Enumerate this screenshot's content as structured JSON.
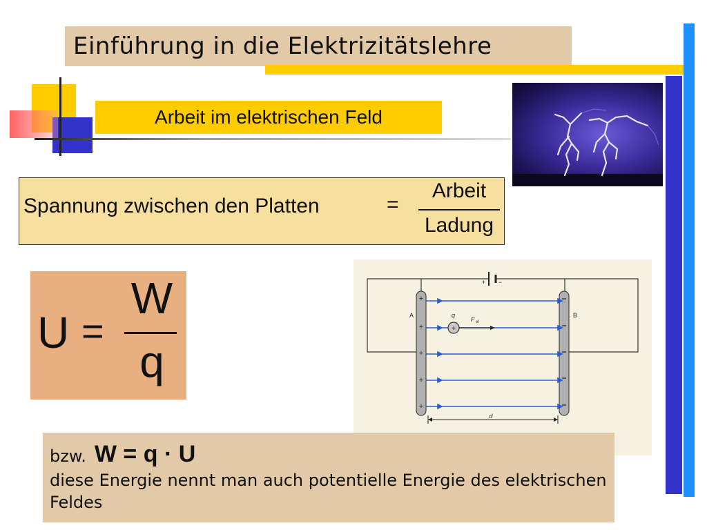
{
  "title": "Einführung in die Elektrizitätslehre",
  "subtitle": "Arbeit im elektrischen Feld",
  "formula_1": {
    "lhs": "Spannung zwischen den Platten",
    "equals": "=",
    "numerator": "Arbeit",
    "denominator": "Ladung"
  },
  "formula_2": {
    "lhs": "U",
    "equals": "=",
    "numerator": "W",
    "denominator": "q"
  },
  "diagram": {
    "plate_a_label": "A",
    "plate_b_label": "B",
    "charge_label": "q",
    "force_label": "F",
    "force_subscript": "el",
    "distance_label": "d",
    "plus_sign": "+",
    "minus_sign": "−",
    "battery_label": "+|−"
  },
  "bottom": {
    "prefix": "bzw.",
    "equation": "W = q · U",
    "text": "diese Energie nennt man auch potentielle Energie des elektrischen Feldes"
  },
  "colors": {
    "yellow": "#ffcc00",
    "beige": "#e2c9a8",
    "blue": "#3333cc",
    "cyan": "#1e90ff",
    "field_line": "#2a5cd6"
  },
  "icons": {
    "photo": "lightning-photo"
  }
}
